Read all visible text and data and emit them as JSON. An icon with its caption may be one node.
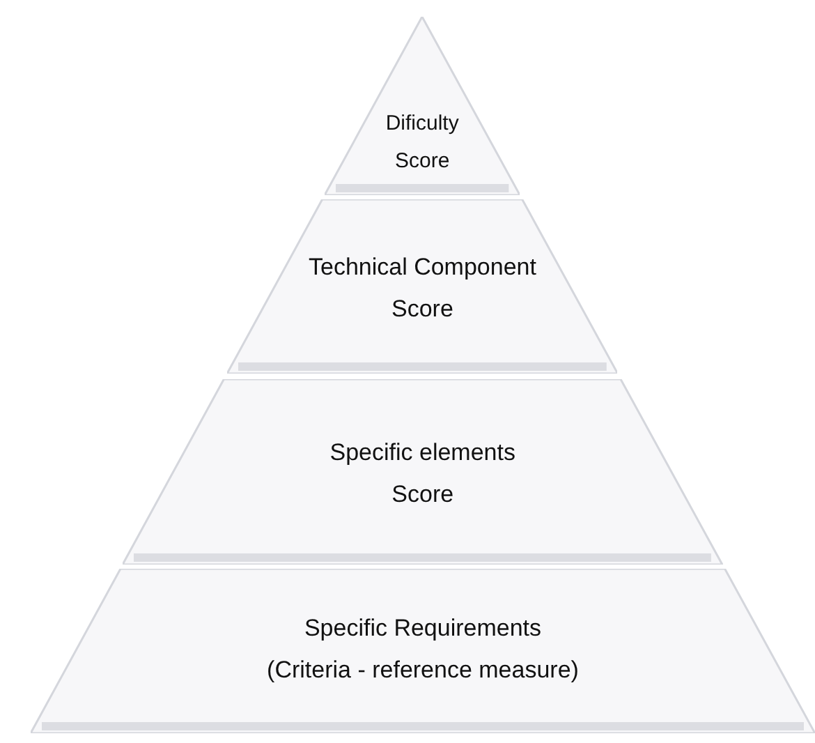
{
  "diagram": {
    "nodes": [
      {
        "text": [
          "Dificulty",
          "Score"
        ]
      },
      {
        "text": [
          "Technical Component",
          "Score"
        ]
      },
      {
        "text": [
          "Specific elements",
          "Score"
        ]
      },
      {
        "text": [
          "Specific Requirements",
          "(Criteria - reference measure)"
        ]
      }
    ]
  }
}
